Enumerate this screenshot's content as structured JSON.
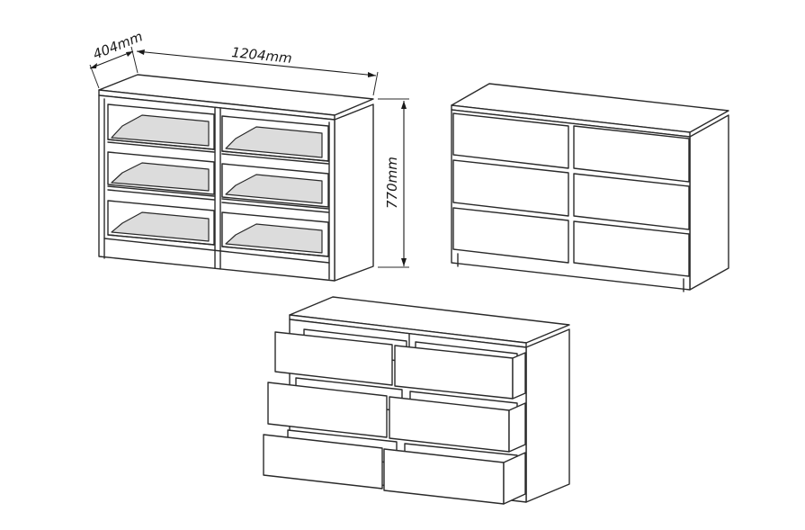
{
  "dimensions": {
    "depth": "404mm",
    "width": "1204mm",
    "height": "770mm"
  },
  "views": [
    {
      "id": "open-shelves",
      "drawers": 6,
      "state": "drawers removed"
    },
    {
      "id": "closed-front",
      "drawers": 6,
      "state": "closed"
    },
    {
      "id": "open-drawers",
      "drawers": 6,
      "state": "open"
    }
  ],
  "line_color": "#2a2a2a",
  "shelf_fill": "#dcdcdc"
}
